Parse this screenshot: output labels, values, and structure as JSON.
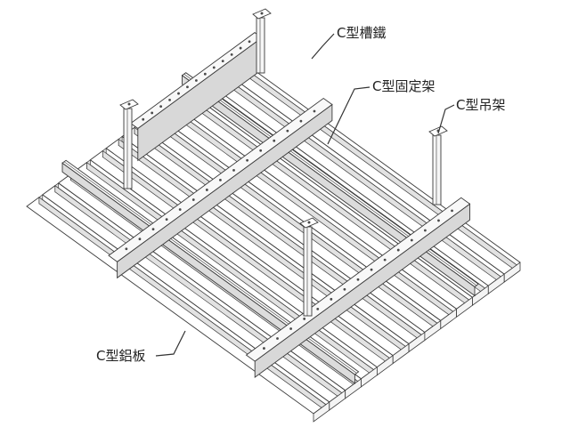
{
  "labels": {
    "channel": "C型槽鐵",
    "fixing_bracket": "C型固定架",
    "hanger": "C型吊架",
    "panel": "C型鋁板"
  },
  "colors": {
    "line": "#3a3a3a",
    "panel_fill": "#ffffff",
    "panel_shade": "#e2e2e2",
    "hole": "#4a4a4a"
  }
}
